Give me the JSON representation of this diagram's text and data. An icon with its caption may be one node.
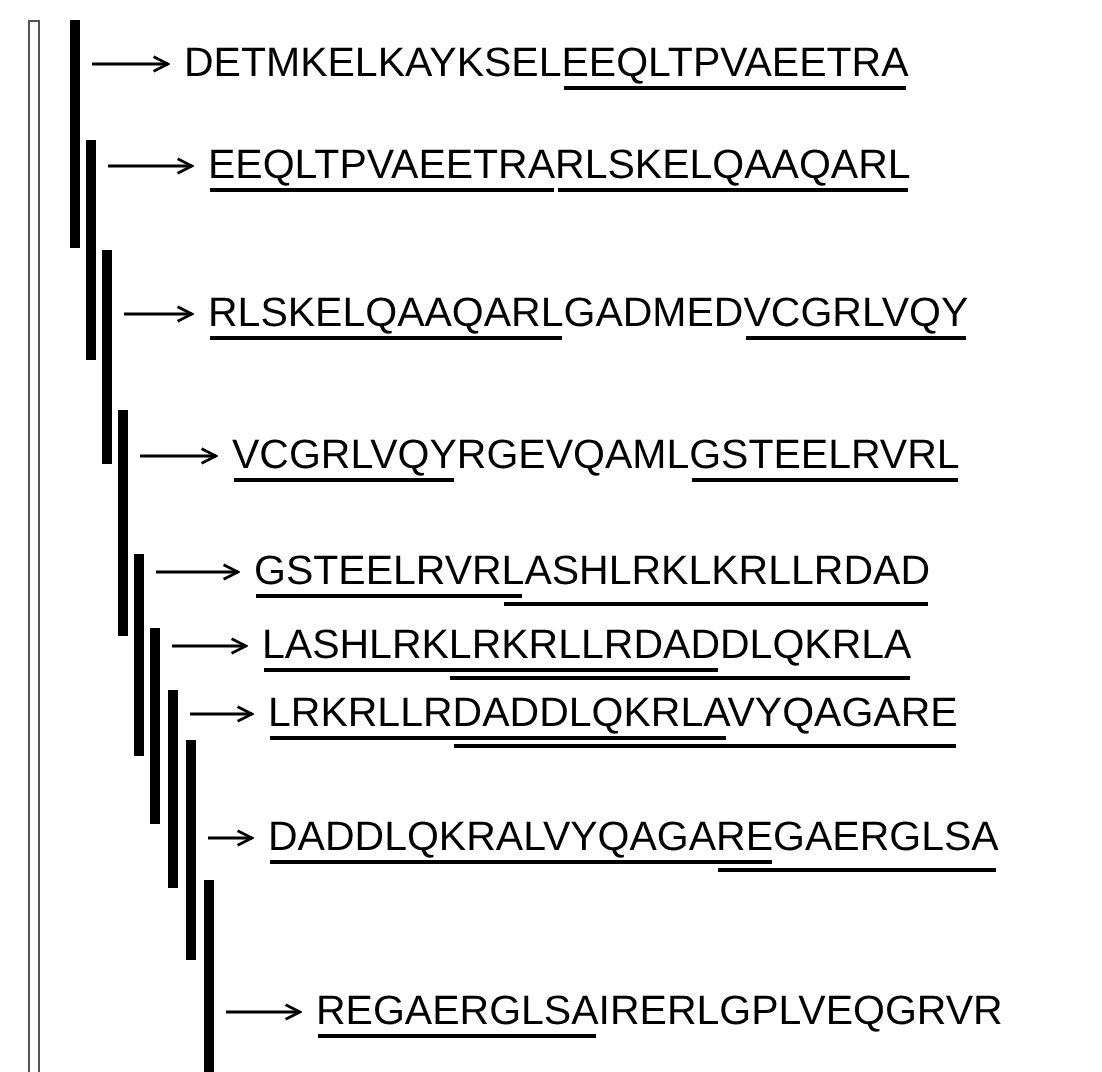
{
  "diagram": {
    "nodes": [
      {
        "text": [
          "DETMKELKAYKSELEEQLTPVAEETRA"
        ]
      },
      {
        "text": [
          "EEQLTPVAEETRARLSKELQAAQARL"
        ]
      },
      {
        "text": [
          "RLSKELQAAQARLGADMEDVCGRLVQY"
        ]
      },
      {
        "text": [
          "VCGRLVQYRGEVQAMLGSTEELRVRL"
        ]
      },
      {
        "text": [
          "GSTEELRVRLASHLRKLKRLLRDAD"
        ]
      },
      {
        "text": [
          "LASHLRKLRKRLLRDADDLQKRLA"
        ]
      },
      {
        "text": [
          "LRKRLLRDADDLQKRLAVYQAGARE"
        ]
      },
      {
        "text": [
          "DADDLQKRALVYQAGAREGAERGLSA"
        ]
      },
      {
        "text": [
          "REGAERGLSAIRERLGPLVEQGRVR"
        ]
      },
      {
        "text": [],
        "shape": "bar"
      },
      {
        "text": [],
        "shape": "bar"
      },
      {
        "text": [],
        "shape": "bar"
      },
      {
        "text": [],
        "shape": "bar"
      },
      {
        "text": [],
        "shape": "bar"
      },
      {
        "text": [],
        "shape": "bar"
      },
      {
        "text": [],
        "shape": "bar"
      },
      {
        "text": [],
        "shape": "bar"
      },
      {
        "text": [],
        "shape": "bar"
      }
    ],
    "edges": [
      {
        "from": 9,
        "to": 0,
        "arrow": "to"
      },
      {
        "from": 10,
        "to": 1,
        "arrow": "to"
      },
      {
        "from": 11,
        "to": 2,
        "arrow": "to"
      },
      {
        "from": 12,
        "to": 3,
        "arrow": "to"
      },
      {
        "from": 13,
        "to": 4,
        "arrow": "to"
      },
      {
        "from": 14,
        "to": 5,
        "arrow": "to"
      },
      {
        "from": 15,
        "to": 6,
        "arrow": "to"
      },
      {
        "from": 16,
        "to": 7,
        "arrow": "to"
      },
      {
        "from": 17,
        "to": 8,
        "arrow": "to"
      }
    ]
  }
}
